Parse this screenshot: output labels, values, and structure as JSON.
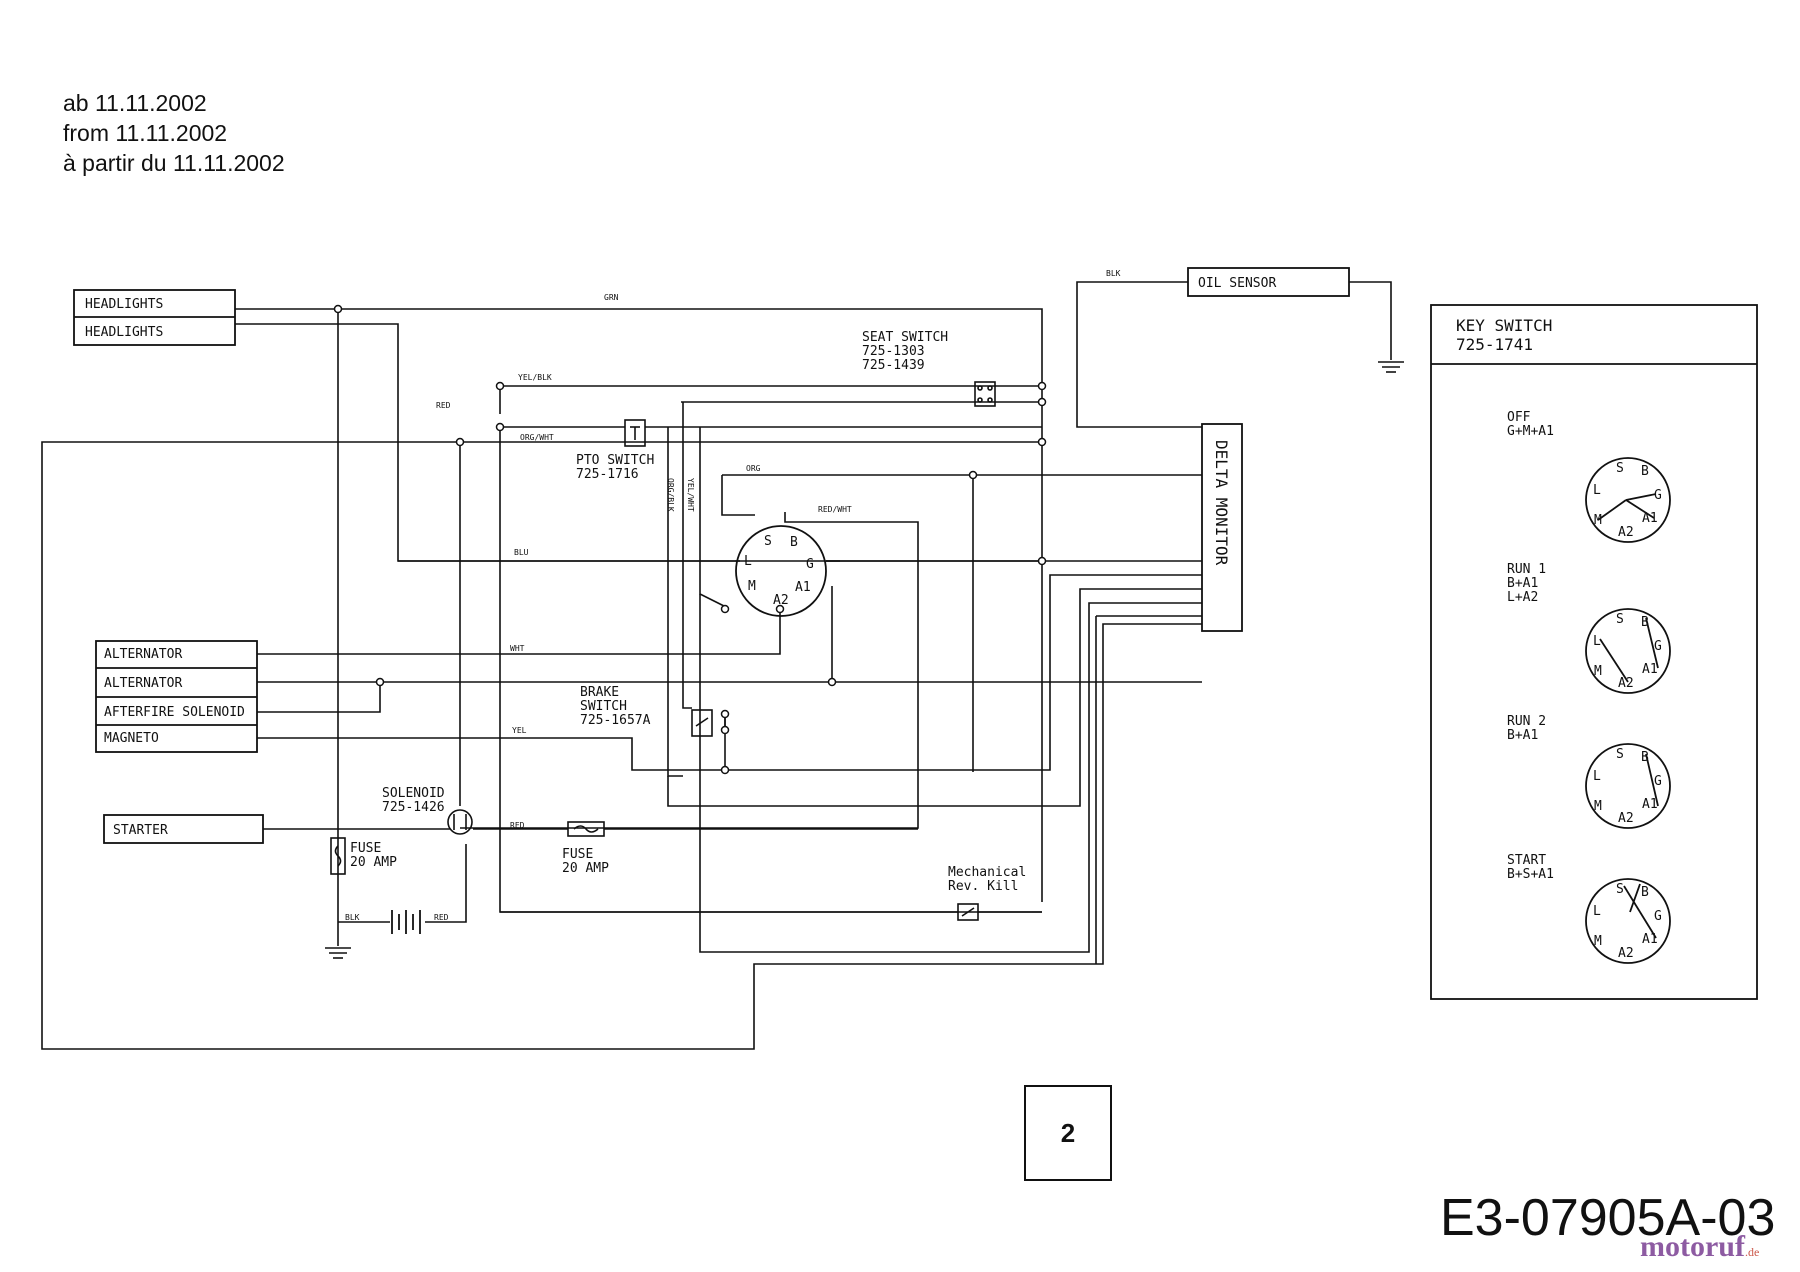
{
  "header": {
    "line_de": "ab 11.11.2002",
    "line_en": "from 11.11.2002",
    "line_fr": "à partir du 11.11.2002"
  },
  "page_number": "2",
  "document_number": "E3-07905A-03",
  "watermark": {
    "brand": "motoruf",
    "tld": ".de"
  },
  "components": {
    "headlights_1": "HEADLIGHTS",
    "headlights_2": "HEADLIGHTS",
    "alternator_1": "ALTERNATOR",
    "alternator_2": "ALTERNATOR",
    "afterfire_solenoid": "AFTERFIRE SOLENOID",
    "magneto": "MAGNETO",
    "starter": "STARTER",
    "oil_sensor": "OIL SENSOR",
    "delta_monitor": "DELTA MONITOR",
    "seat_switch": {
      "name": "SEAT SWITCH",
      "part1": "725-1303",
      "part2": "725-1439"
    },
    "pto_switch": {
      "name": "PTO SWITCH",
      "part": "725-1716"
    },
    "brake_switch": {
      "name1": "BRAKE",
      "name2": "SWITCH",
      "part": "725-1657A"
    },
    "solenoid": {
      "name": "SOLENOID",
      "part": "725-1426"
    },
    "fuse_left": {
      "name": "FUSE",
      "rating": "20 AMP"
    },
    "fuse_mid": {
      "name": "FUSE",
      "rating": "20 AMP"
    },
    "mech_kill": {
      "line1": "Mechanical",
      "line2": "Rev. Kill"
    }
  },
  "wires": {
    "grn": "GRN",
    "blk_top": "BLK",
    "yel_blk": "YEL/BLK",
    "red_left": "RED",
    "org_wht": "ORG/WHT",
    "org": "ORG",
    "red_wht": "RED/WHT",
    "blu": "BLU",
    "wht": "WHT",
    "yel": "YEL",
    "red_mid": "RED",
    "blk_bat": "BLK",
    "red_bat": "RED",
    "org_blk": "ORG/BLK",
    "yel_wht": "YEL/WHT"
  },
  "terminals": {
    "s": "S",
    "b": "B",
    "l": "L",
    "g": "G",
    "m": "M",
    "a1": "A1",
    "a2": "A2"
  },
  "key_switch": {
    "title": "KEY SWITCH",
    "part": "725-1741",
    "states": [
      {
        "name": "OFF",
        "line1": "G+M+A1",
        "line2": ""
      },
      {
        "name": "RUN 1",
        "line1": "B+A1",
        "line2": "L+A2"
      },
      {
        "name": "RUN 2",
        "line1": "B+A1",
        "line2": ""
      },
      {
        "name": "START",
        "line1": "B+S+A1",
        "line2": ""
      }
    ]
  }
}
